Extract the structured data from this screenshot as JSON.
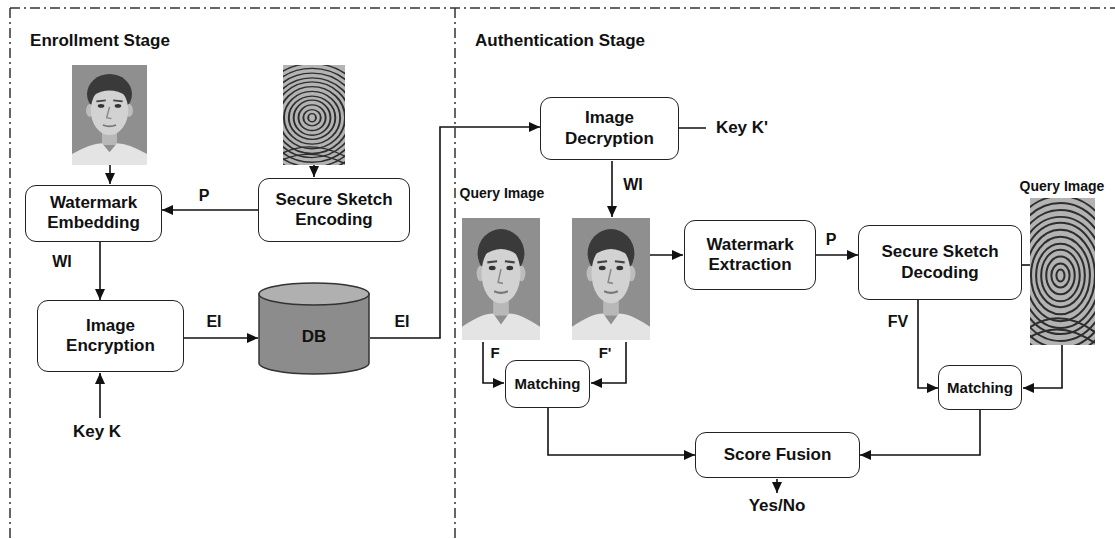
{
  "diagram": {
    "nodes": [
      {
        "text": [
          "Watermark Embedding"
        ]
      },
      {
        "text": [
          "Secure Sketch Encoding"
        ]
      },
      {
        "text": [
          "Image Encryption"
        ]
      },
      {
        "text": [
          "DB"
        ]
      },
      {
        "text": [
          "Image Decryption"
        ]
      },
      {
        "text": [
          "Watermark Extraction"
        ]
      },
      {
        "text": [
          "Secure Sketch Decoding"
        ]
      },
      {
        "text": [
          "Matching"
        ]
      },
      {
        "text": [
          "Matching"
        ]
      },
      {
        "text": [
          "Score Fusion"
        ]
      }
    ],
    "edges": [
      {
        "from": 1,
        "to": 0,
        "label": "P",
        "arrow": "to"
      },
      {
        "from": 0,
        "to": 2,
        "label": "WI",
        "arrow": "to"
      },
      {
        "from": 2,
        "to": 3,
        "label": "EI",
        "arrow": "to"
      },
      {
        "from": 3,
        "to": 4,
        "label": "EI",
        "arrow": "to"
      },
      {
        "from": 5,
        "to": 6,
        "label": "P",
        "arrow": "to"
      },
      {
        "from": 6,
        "to": 8,
        "label": "FV",
        "arrow": "to"
      },
      {
        "from": 7,
        "to": 9,
        "arrow": "to"
      },
      {
        "from": 8,
        "to": 9,
        "arrow": "to"
      }
    ],
    "labels": [
      "Enrollment Stage",
      "Authentication Stage",
      "Key K",
      "Key K'",
      "WI",
      "Query Image",
      "Query Image",
      "F",
      "F'",
      "Yes/No"
    ]
  }
}
